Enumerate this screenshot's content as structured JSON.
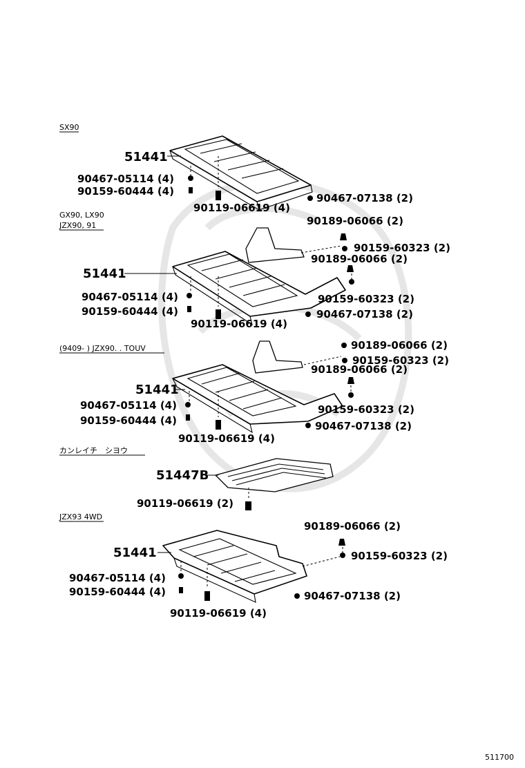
{
  "sections": [
    {
      "id": "sx90",
      "lines": [
        "SX90"
      ]
    },
    {
      "id": "gx90",
      "lines": [
        "GX90, LX90",
        "JZX90, 91"
      ]
    },
    {
      "id": "tourer",
      "lines": [
        "(9409-        ) JZX90. . TOUV"
      ]
    },
    {
      "id": "cold",
      "lines": [
        "カンレイチ　シヨウ"
      ]
    },
    {
      "id": "jzx93",
      "lines": [
        "JZX93  4WD"
      ]
    }
  ],
  "diagram": {
    "s1": {
      "main": "51441",
      "nut": "90467-05114 (4)",
      "bolt_s": "90159-60444 (4)",
      "bolt": "90119-06619 (4)",
      "clip": "90467-07138 (2)"
    },
    "s2": {
      "main": "51441",
      "pin_a": "90189-06066 (2)",
      "screw_a": "90159-60323 (2)",
      "pin_b": "90189-06066 (2)",
      "screw_b": "90159-60323 (2)",
      "nut": "90467-05114 (4)",
      "bolt_s": "90159-60444 (4)",
      "bolt": "90119-06619 (4)",
      "clip": "90467-07138 (2)"
    },
    "s3": {
      "main": "51441",
      "pin_a": "90189-06066 (2)",
      "screw_a": "90159-60323 (2)",
      "pin_b": "90189-06066 (2)",
      "screw_b": "90159-60323 (2)",
      "nut": "90467-05114 (4)",
      "bolt_s": "90159-60444 (4)",
      "bolt": "90119-06619 (4)",
      "clip": "90467-07138 (2)"
    },
    "s4": {
      "main": "51447B",
      "bolt": "90119-06619 (2)"
    },
    "s5": {
      "main": "51441",
      "pin": "90189-06066 (2)",
      "screw": "90159-60323 (2)",
      "nut": "90467-05114 (4)",
      "bolt_s": "90159-60444 (4)",
      "bolt": "90119-06619 (4)",
      "clip": "90467-07138 (2)"
    }
  },
  "page_code": "511700"
}
